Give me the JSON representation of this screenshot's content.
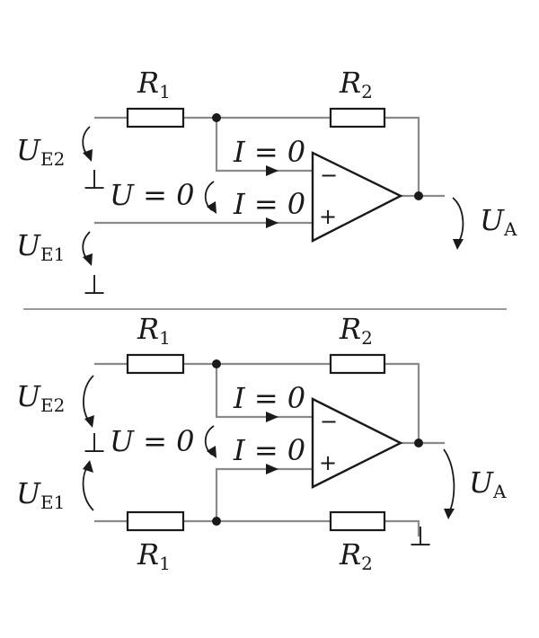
{
  "top_circuit": {
    "r1": {
      "sym": "R",
      "sub": "1"
    },
    "r2": {
      "sym": "R",
      "sub": "2"
    },
    "ue2": {
      "sym": "U",
      "sub": "E2"
    },
    "ue1": {
      "sym": "U",
      "sub": "E1"
    },
    "ua": {
      "sym": "U",
      "sub": "A"
    },
    "u_zero": "U = 0",
    "i_minus": "I = 0",
    "i_plus": "I = 0",
    "minus_sign": "−",
    "plus_sign": "+",
    "ground_1": "⊥",
    "ground_2": "⊥"
  },
  "bottom_circuit": {
    "r1_top": {
      "sym": "R",
      "sub": "1"
    },
    "r2_top": {
      "sym": "R",
      "sub": "2"
    },
    "r1_bottom": {
      "sym": "R",
      "sub": "1"
    },
    "r2_bottom": {
      "sym": "R",
      "sub": "2"
    },
    "ue2": {
      "sym": "U",
      "sub": "E2"
    },
    "ue1": {
      "sym": "U",
      "sub": "E1"
    },
    "ua": {
      "sym": "U",
      "sub": "A"
    },
    "u_zero": "U = 0",
    "i_minus": "I = 0",
    "i_plus": "I = 0",
    "minus_sign": "−",
    "plus_sign": "+",
    "ground_mid": "⊥",
    "ground_right": "⊥"
  }
}
